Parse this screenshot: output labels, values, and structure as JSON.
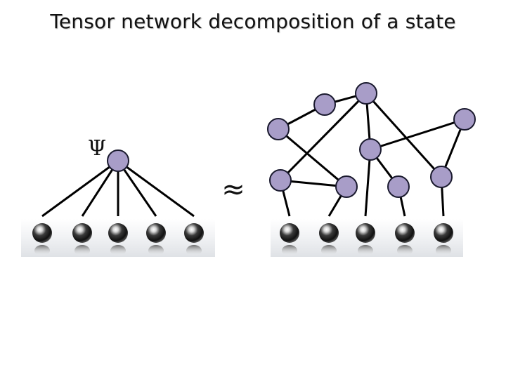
{
  "title": "Tensor network decomposition of a state",
  "left_panel": {
    "tensor_symbol": "Ψ",
    "site_count": 5
  },
  "approx_symbol": "≈",
  "right_panel": {
    "site_count": 5,
    "tensor_count": 9
  },
  "colors": {
    "node_fill": "#a89dc8",
    "node_stroke": "#1a1a2e",
    "edge": "#000000",
    "sphere_dark": "#1c1c1c",
    "sphere_light": "#ffffff",
    "platform": "#e6e8ec"
  },
  "icons": {
    "tensor_node": "circle-node-icon",
    "physical_site": "sphere-site-icon"
  }
}
